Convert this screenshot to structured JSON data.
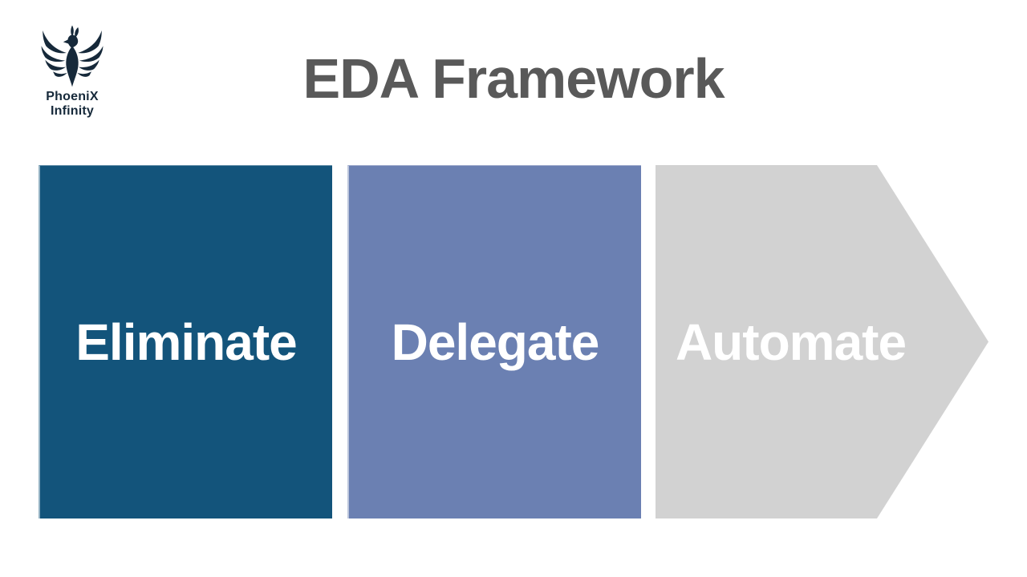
{
  "page": {
    "background": "#FFFFFF"
  },
  "logo": {
    "icon": "phoenix-icon",
    "brand_line1": "PhoeniX",
    "brand_line2": "Infinity",
    "color": "#16293A"
  },
  "header": {
    "title": "EDA Framework",
    "color": "#595959"
  },
  "diagram": {
    "type": "process-arrow",
    "direction": "left-to-right",
    "steps": [
      {
        "label": "Eliminate",
        "fill": "#13547B",
        "text_color": "#FFFFFF",
        "shape": "rectangle"
      },
      {
        "label": "Delegate",
        "fill": "#6B80B2",
        "text_color": "#FFFFFF",
        "shape": "rectangle"
      },
      {
        "label": "Automate",
        "fill": "#D2D2D2",
        "text_color": "#FFFFFF",
        "shape": "pentagon-arrow-right"
      }
    ]
  }
}
